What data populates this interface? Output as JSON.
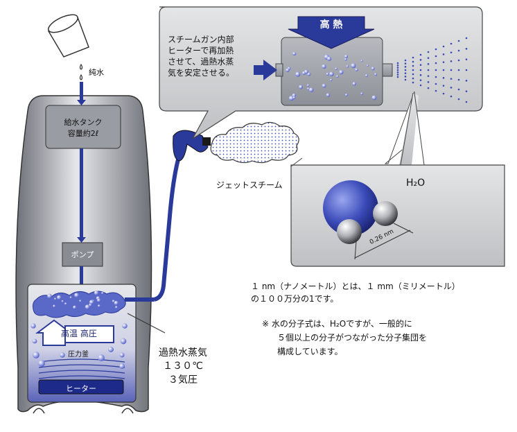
{
  "labels": {
    "pure_water": "純水",
    "tank_line1": "給水タンク",
    "tank_line2": "容量約2ℓ",
    "pump": "ポンプ",
    "high_temp_pressure": "高温 高圧",
    "pressure_vessel": "圧力釜",
    "heater": "ヒーター",
    "superheated_line1": "過熱水蒸気",
    "superheated_line2": "１３０℃",
    "superheated_line3": "３気圧",
    "high_heat": "高 熱",
    "steam_gun_line1": "スチームガン内部",
    "steam_gun_line2": "ヒーターで再加熱",
    "steam_gun_line3": "させて、過熱水蒸",
    "steam_gun_line4": "気を安定させる。",
    "jet_steam": "ジェットスチーム",
    "molecule": "H₂O",
    "distance": "0.26 nm",
    "nm_line1": "１ nm（ナノメートル）とは、１ mm（ミリメートル）",
    "nm_line2": "の１００万分の1です。",
    "note_line1": "※ 水の分子式は、H₂Oですが、一般的に",
    "note_line2": "５個以上の分子がつながった分子集団を",
    "note_line3": "構成しています。"
  },
  "colors": {
    "blue": "#2a3a9a",
    "machine_gray": "#9a9ca4",
    "panel_gray": "#cfd0d2"
  }
}
